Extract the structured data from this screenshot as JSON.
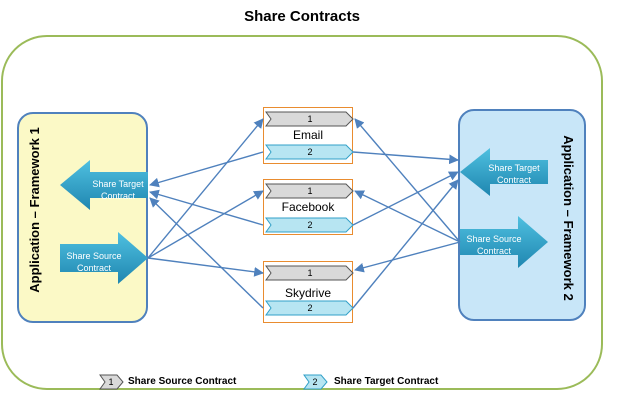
{
  "title": "Share Contracts",
  "frameworks": {
    "left": {
      "label": "Application – Framework 1",
      "target_contract": "Share Target Contract",
      "source_contract": "Share Source Contract"
    },
    "right": {
      "label": "Application – Framework 2",
      "target_contract": "Share Target Contract",
      "source_contract": "Share Source Contract"
    }
  },
  "services": [
    {
      "name": "Email",
      "source_tag": "1",
      "target_tag": "2"
    },
    {
      "name": "Facebook",
      "source_tag": "1",
      "target_tag": "2"
    },
    {
      "name": "Skydrive",
      "source_tag": "1",
      "target_tag": "2"
    }
  ],
  "legend": {
    "source": {
      "tag": "1",
      "label": "Share Source Contract"
    },
    "target": {
      "tag": "2",
      "label": "Share Target Contract"
    }
  },
  "colors": {
    "outer_border": "#9bbb59",
    "framework_border": "#4f81bd",
    "framework1_fill": "#fbf9c6",
    "framework2_fill": "#c8e6f8",
    "contract_arrow": "#31a0c8",
    "service_border": "#e98c2f",
    "connector": "#4f81bd",
    "source_chevron": "#d9d9d9",
    "target_chevron": "#b7e5f2"
  }
}
